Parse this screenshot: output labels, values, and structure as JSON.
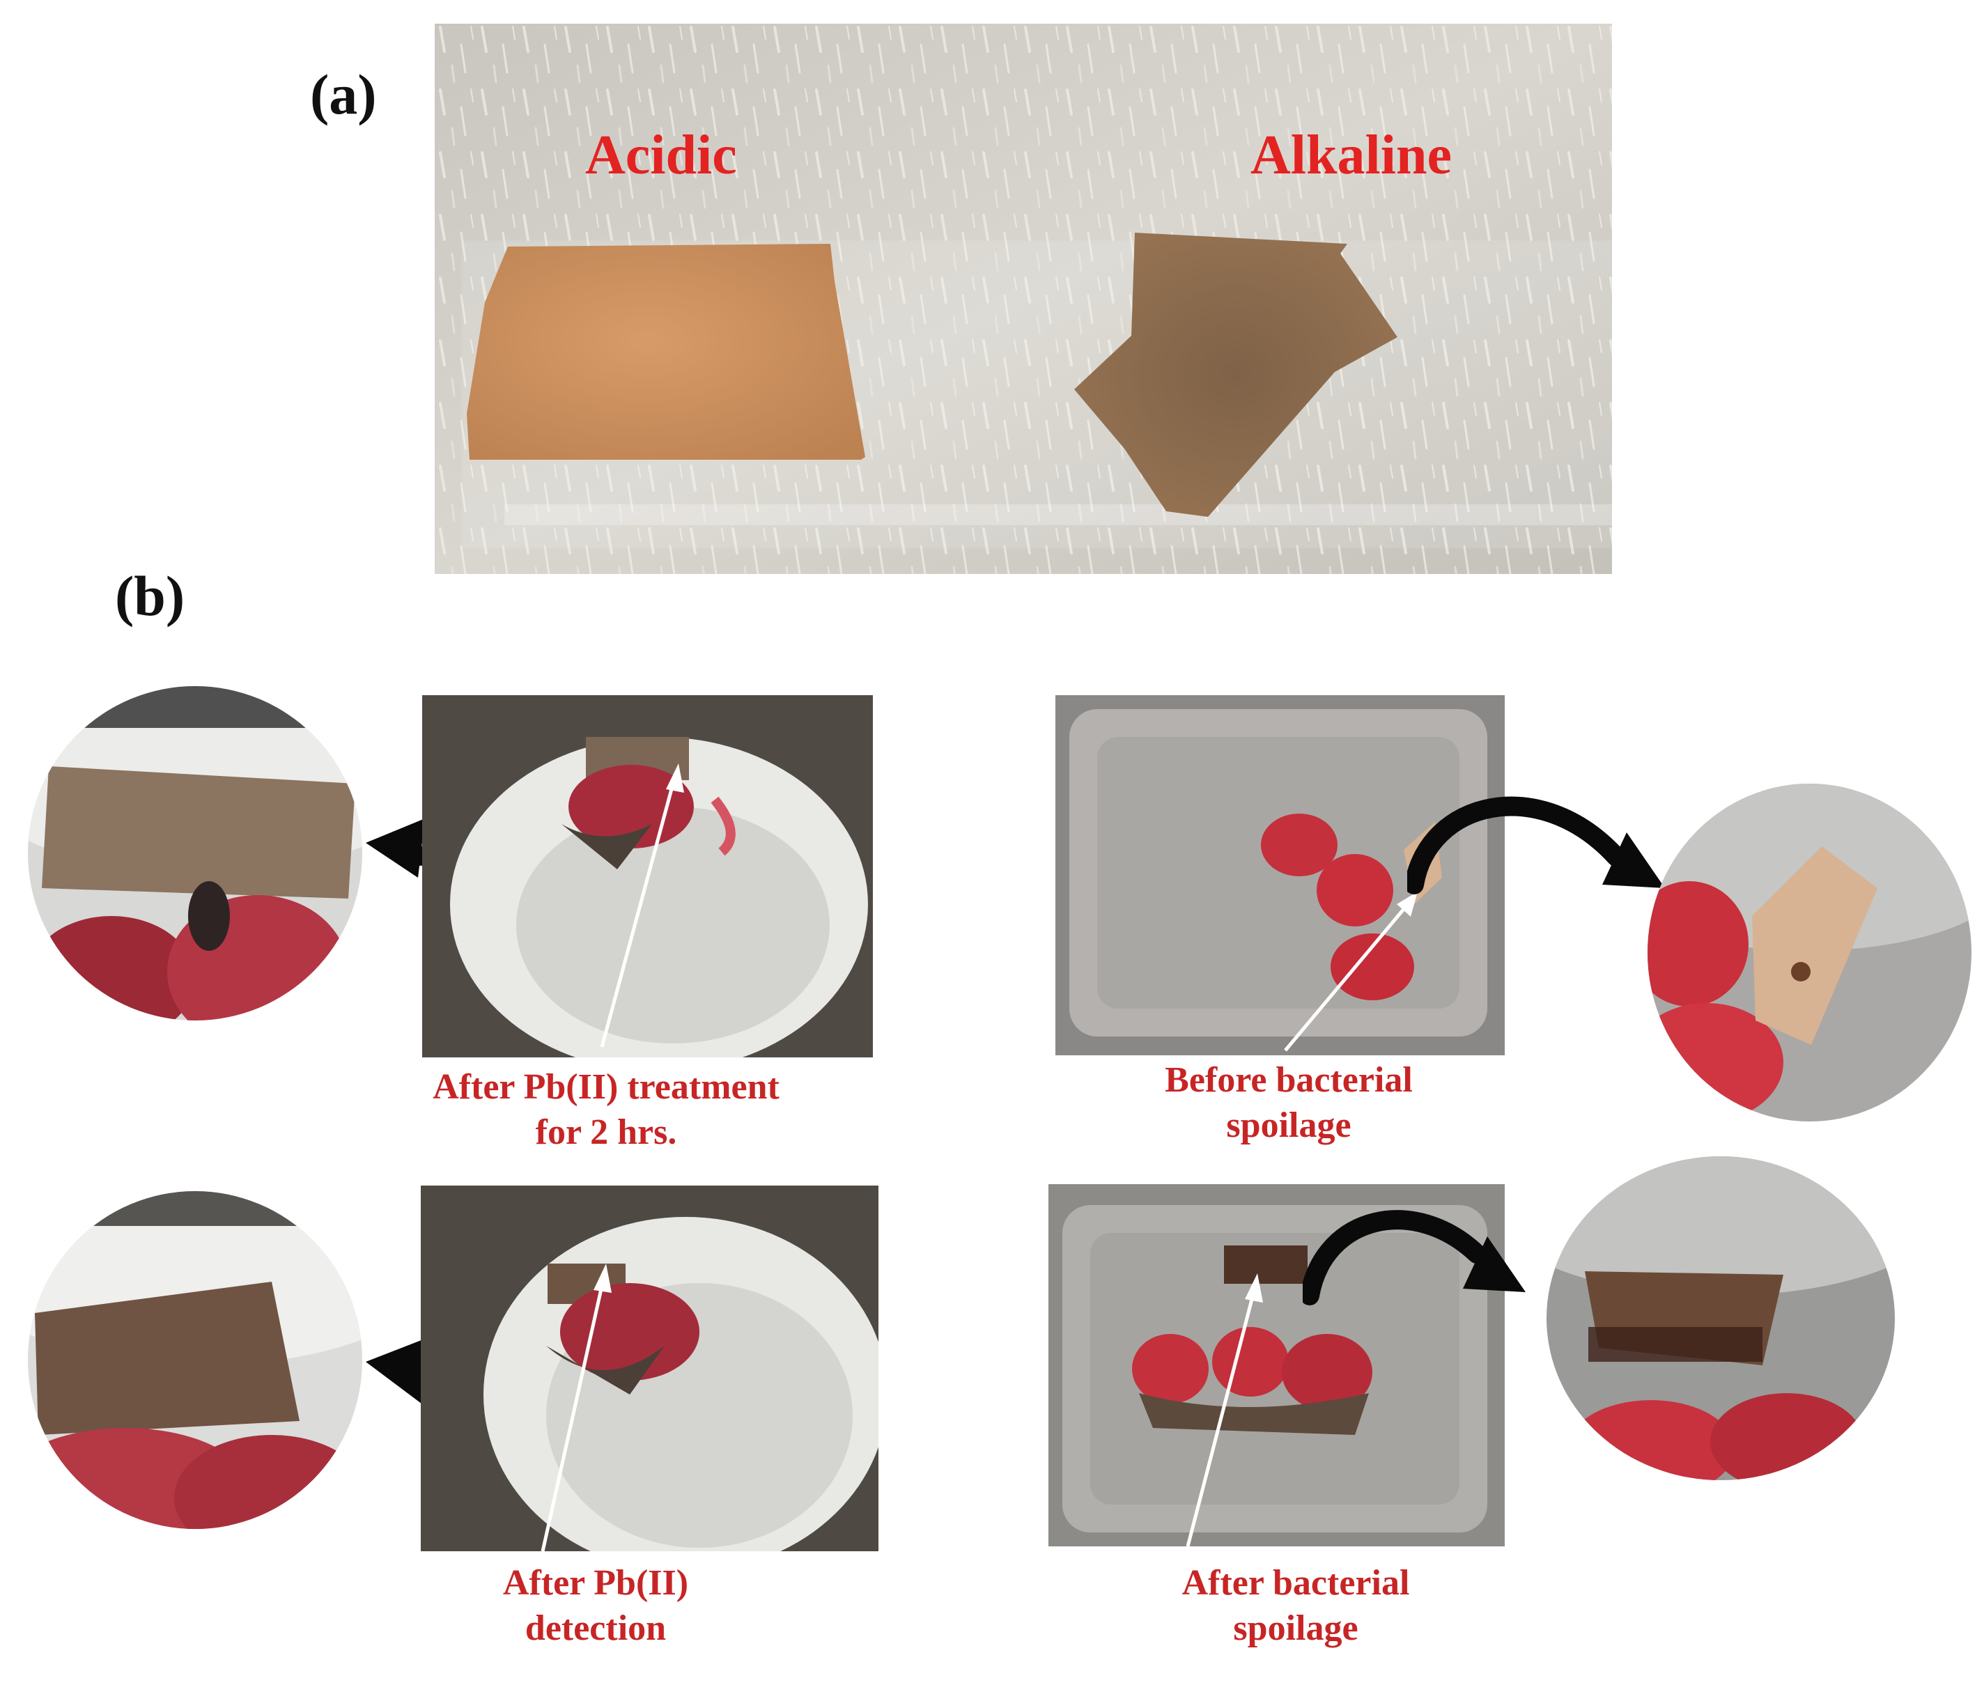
{
  "panel_a": {
    "label": "(a)",
    "left_label": "Acidic",
    "right_label": "Alkaline"
  },
  "panel_b": {
    "label": "(b)",
    "captions": {
      "pb_treatment": [
        "After Pb(II)  treatment",
        "for 2 hrs."
      ],
      "pb_detection": [
        "After Pb(II)",
        "detection"
      ],
      "before_spoilage": [
        "Before bacterial",
        "spoilage"
      ],
      "after_spoilage": [
        "After bacterial",
        "spoilage"
      ]
    }
  },
  "colors": {
    "label_red": "#e32222",
    "caption_red": "#c72525",
    "film_acidic": "#c98f5c",
    "film_alkaline": "#8d6b4c",
    "film_spoiled": "#4e3326",
    "strawberry": "#b7323c",
    "arrow": "#0a0a0a"
  },
  "icons": [
    "curved-arrow-icon",
    "pointer-arrow-icon"
  ]
}
